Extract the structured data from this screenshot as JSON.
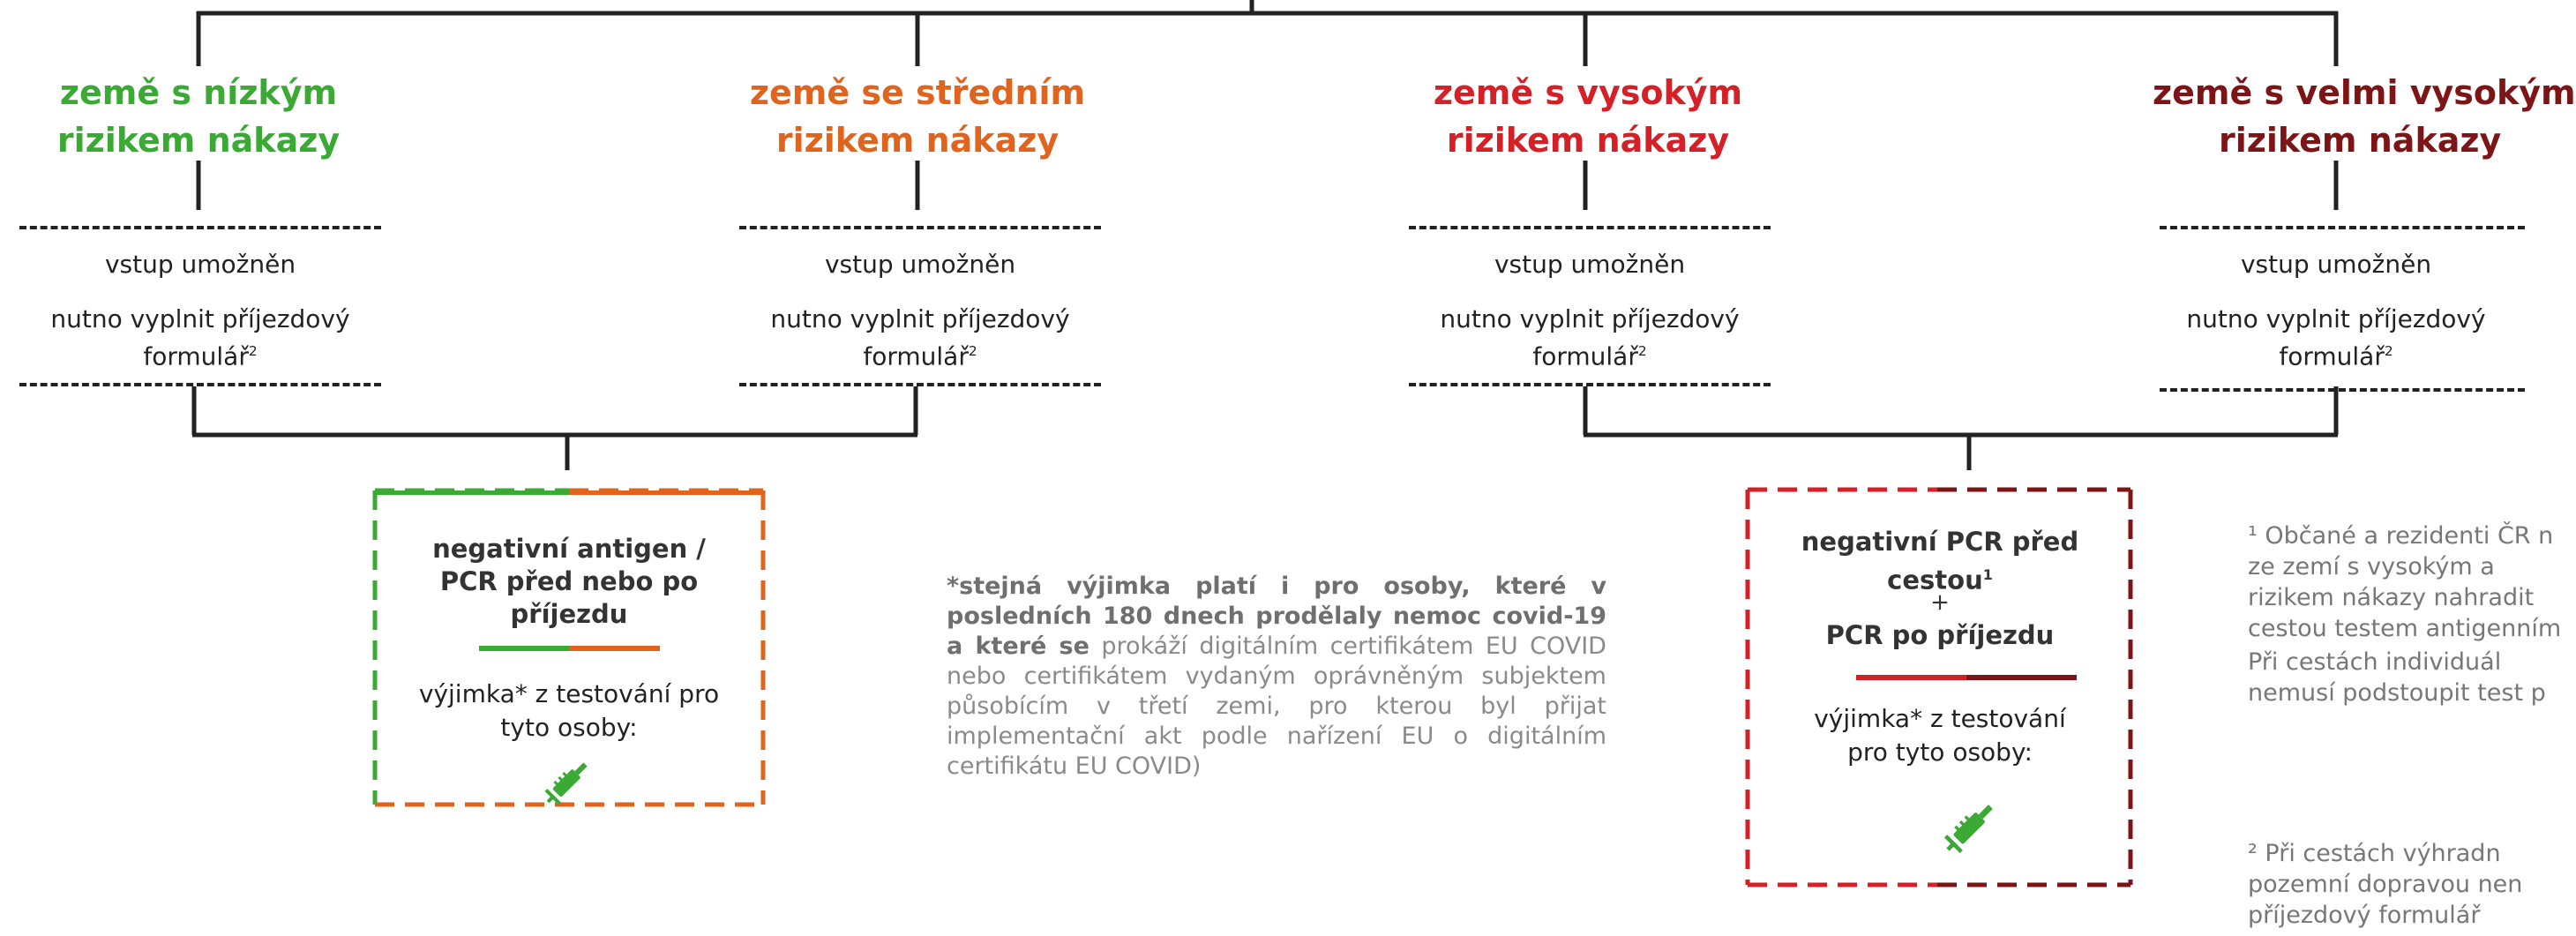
{
  "colors": {
    "green": "#3aaa35",
    "orange": "#e0641e",
    "red": "#d62027",
    "dark_red": "#7d1517",
    "lines": "#222222"
  },
  "categories": [
    {
      "title_line1": "země s nízkým",
      "title_line2": "rizikem nákazy",
      "color": "#3aaa35",
      "entry": "vstup umožněn",
      "form_line1": "nutno vyplnit příjezdový",
      "form_line2": "formulář",
      "form_sup": "2"
    },
    {
      "title_line1": "země se středním",
      "title_line2": "rizikem nákazy",
      "color": "#e0641e",
      "entry": "vstup umožněn",
      "form_line1": "nutno vyplnit příjezdový",
      "form_line2": "formulář",
      "form_sup": "2"
    },
    {
      "title_line1": "země s vysokým",
      "title_line2": "rizikem nákazy",
      "color": "#d62027",
      "entry": "vstup umožněn",
      "form_line1": "nutno vyplnit příjezdový",
      "form_line2": "formulář",
      "form_sup": "2"
    },
    {
      "title_line1": "země s velmi vysokým",
      "title_line2": "rizikem nákazy",
      "color": "#7d1517",
      "entry": "vstup umožněn",
      "form_line1": "nutno vyplnit příjezdový",
      "form_line2": "formulář",
      "form_sup": "2"
    }
  ],
  "box_left": {
    "line1": "negativní antigen /",
    "line2": "PCR před nebo po",
    "line3": "příjezdu",
    "exception_line1": "výjimka* z testování pro",
    "exception_line2": "tyto osoby:",
    "icon": "syringe-icon"
  },
  "box_right": {
    "line1": "negativní PCR před",
    "line2": "cestou",
    "line2_sup": "1",
    "plus": "+",
    "line3": "PCR po příjezdu",
    "exception_line1": "výjimka* z testování",
    "exception_line2": "pro tyto osoby:",
    "icon": "syringe-icon"
  },
  "exception_note": {
    "bold": "*stejná výjimka platí i pro osoby, které v posledních 180 dnech prodělaly nemoc covid-19 a které se",
    "rest": " prokáží digitálním certifikátem EU COVID nebo certifikátem vydaným oprávněným subjektem působícím v třetí zemi, pro kterou byl přijat implementační akt podle nařízení EU o digitálním certifikátu EU COVID)"
  },
  "footnotes": {
    "fn1_line1": "¹ Občané a rezidenti ČR n",
    "fn1_line2": "ze zemí s vysokým a",
    "fn1_line3": "rizikem nákazy nahradit",
    "fn1_line4": "cestou testem antigenním",
    "fn1b_line1": "Při    cestách    individuál",
    "fn1b_line2": "nemusí podstoupit test p",
    "fn2_line1": "² Při   cestách   výhradn",
    "fn2_line2": "pozemní dopravou nen",
    "fn2_line3": "příjezdový formulář"
  }
}
